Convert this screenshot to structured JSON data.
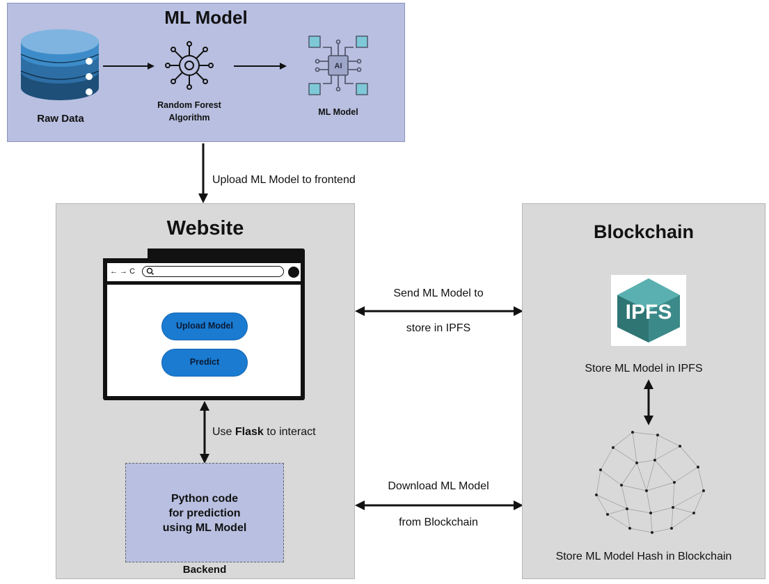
{
  "ml_section": {
    "title": "ML Model",
    "raw_data_label": "Raw Data",
    "algorithm_label_line1": "Random Forest",
    "algorithm_label_line2": "Algorithm",
    "model_label": "ML Model",
    "chip_text": "AI"
  },
  "upload_edge_label": "Upload ML Model to frontend",
  "website_section": {
    "title": "Website",
    "upload_button": "Upload Model",
    "predict_button": "Predict",
    "nav_glyphs": "← → C",
    "flask_label_pre": "Use ",
    "flask_label_bold": "Flask",
    "flask_label_post": " to interact",
    "backend_text_line1": "Python code",
    "backend_text_line2": "for prediction",
    "backend_text_line3": "using ML Model",
    "backend_caption": "Backend"
  },
  "send_edge": {
    "line1": "Send ML Model to",
    "line2": "store in IPFS"
  },
  "download_edge": {
    "line1": "Download ML Model",
    "line2": "from Blockchain"
  },
  "blockchain_section": {
    "title": "Blockchain",
    "ipfs_logo_text": "IPFS",
    "ipfs_caption": "Store ML Model in IPFS",
    "hash_caption": "Store ML Model Hash in Blockchain"
  },
  "colors": {
    "ml_panel": "#b8bfe0",
    "gray_panel": "#d9d9d9",
    "button_blue": "#1a7bd1",
    "db_blue_dark": "#1d4f78",
    "db_blue_mid": "#2d6ea5",
    "db_blue_light": "#3d8cc9",
    "ipfs_teal": "#3b8a89"
  }
}
